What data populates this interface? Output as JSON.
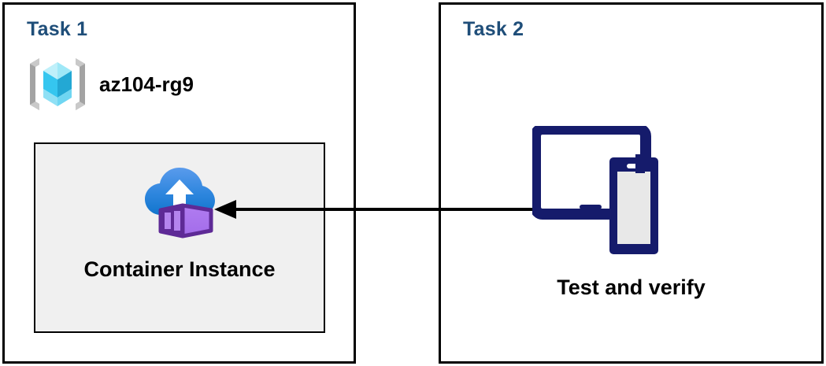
{
  "diagram": {
    "type": "azure-architecture-task-diagram",
    "background_color": "#ffffff",
    "panel_border_color": "#000000",
    "heading_color": "#1F4E79",
    "accent_navy": "#151B6B",
    "arrow_color": "#000000"
  },
  "panels": [
    {
      "id": "task1",
      "title": "Task 1",
      "resource_group": {
        "icon": "resource-group-icon",
        "label": "az104-rg9"
      },
      "resource_box": {
        "icon": "container-instance-icon",
        "label": "Container Instance",
        "fill_color": "#f0f0f0",
        "border_color": "#000000"
      }
    },
    {
      "id": "task2",
      "title": "Task 2",
      "device": {
        "icon": "devices-tablet-phone-icon",
        "label": "Test and verify",
        "color": "#151B6B"
      }
    }
  ],
  "connector": {
    "name": "flow-arrow",
    "direction": "right-to-left",
    "from": "Test and verify",
    "to": "Container Instance",
    "color": "#000000"
  }
}
